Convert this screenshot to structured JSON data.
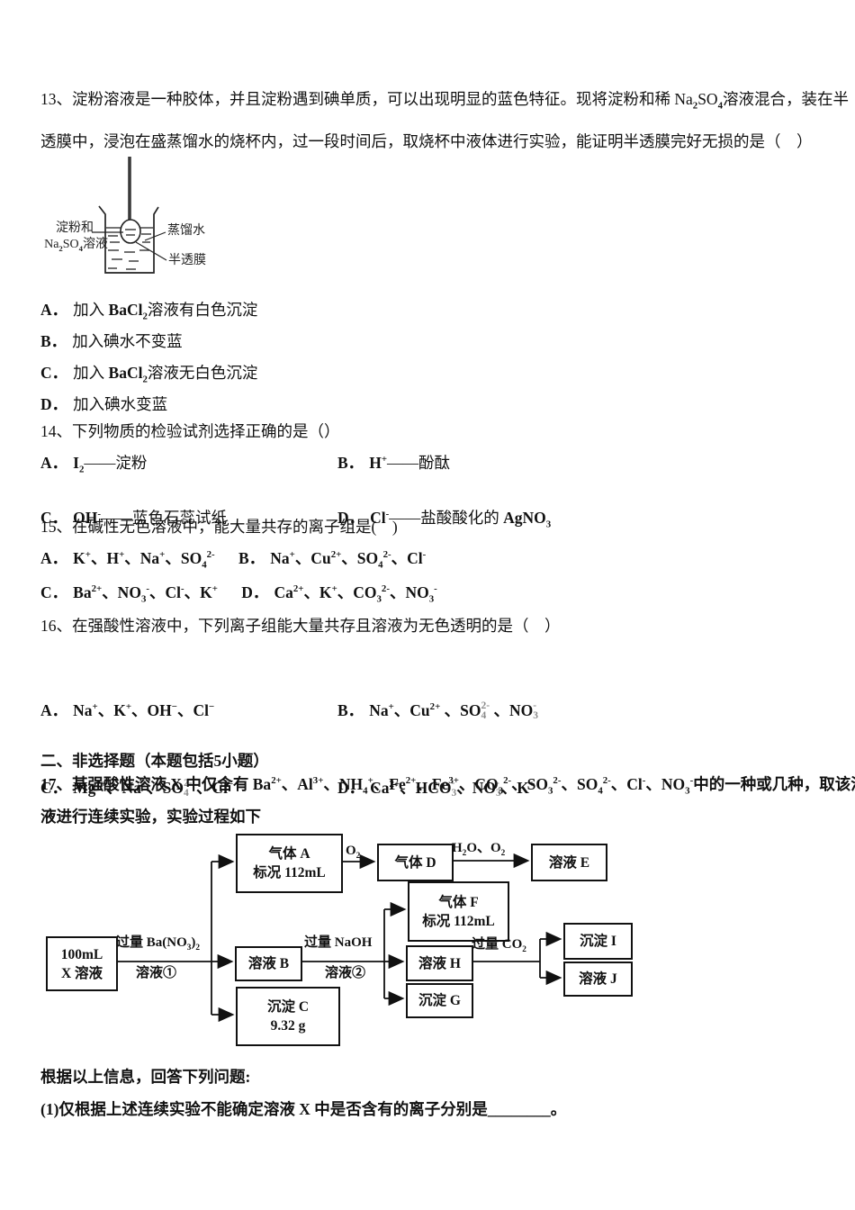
{
  "q13": {
    "stem_lines": [
      "13、淀粉溶液是一种胶体，并且淀粉遇到碘单质，可以出现明显的蓝色特征。现将淀粉和稀 Na~2~SO~4~溶液混合，装在半",
      "透膜中，浸泡在盛蒸馏水的烧杯内，过一段时间后，取烧杯中液体进行实验，能证明半透膜完好无损的是（　）"
    ],
    "diagram": {
      "label_bag_line1": "淀粉和",
      "label_bag_line2": "Na~2~SO~4~溶液",
      "label_water": "蒸馏水",
      "label_membrane": "半透膜"
    },
    "options": [
      {
        "key": "A．",
        "text": "加入 *BaCl~2~*溶液有白色沉淀"
      },
      {
        "key": "B．",
        "text": "加入碘水不变蓝"
      },
      {
        "key": "C．",
        "text": "加入 *BaCl~2~*溶液无白色沉淀"
      },
      {
        "key": "D．",
        "text": "加入碘水变蓝"
      }
    ]
  },
  "q14": {
    "stem": "14、下列物质的检验试剂选择正确的是（）",
    "options": [
      {
        "key": "A．",
        "text": "*I~2~*——淀粉"
      },
      {
        "key": "B．",
        "text": "*H^+^*——酚酞"
      },
      {
        "key": "C．",
        "text": "*OH^-^*——蓝色石蕊试纸"
      },
      {
        "key": "D．",
        "text": "*Cl^-^*——盐酸酸化的 *AgNO~3~*"
      }
    ]
  },
  "q15": {
    "stem": "15、在碱性无色溶液中，能大量共存的离子组是(　)",
    "options": [
      {
        "key": "A．",
        "text": "K^+^、H^+^、Na^+^、SO~4~^2-^"
      },
      {
        "key": "B．",
        "text": "Na^+^、Cu^2+^、SO~4~^2-^、Cl^-^"
      },
      {
        "key": "C．",
        "text": "Ba^2+^、NO~3~^-^、Cl^-^、K^+^"
      },
      {
        "key": "D．",
        "text": "Ca^2+^、K^+^、CO~3~^2-^、NO~3~^-^"
      }
    ]
  },
  "q16": {
    "stem": "16、在强酸性溶液中，下列离子组能大量共存且溶液为无色透明的是（　）",
    "options": [
      {
        "key": "A．",
        "text": "Na^+^、K^+^、OH^−^、Cl^−^"
      },
      {
        "key": "B．",
        "text": "Na^+^、Cu^2+^ 、SO§2-/4§ 、NO§-/3§"
      },
      {
        "key": "C．",
        "text": "Mg^2+^、Na^+^、SO§2-/4§ 、Cl^−^"
      },
      {
        "key": "D．",
        "text": "Ca^2+^、HCO§-/3§、NO§-/3§、K^+^"
      }
    ]
  },
  "section2": {
    "title": "二、非选择题（本题包括5小题）"
  },
  "q17": {
    "stem_lines": [
      "17、某强酸性溶液 X 中仅含有 Ba^2+^、Al^3+^、NH~4~^+^、Fe^2+^、Fe^3+^、CO~3~^2-^、SO~3~^2-^、SO~4~^2-^、Cl^-^、NO~3~^-^中的一种或几种，取该溶",
      "液进行连续实验，实验过程如下"
    ],
    "flowchart": {
      "boxes": {
        "xsol": {
          "line1": "100mL",
          "line2": "X 溶液"
        },
        "gasA": {
          "line1": "气体 A",
          "line2": "标况 112mL"
        },
        "gasD": {
          "line1": "气体 D"
        },
        "solE": {
          "line1": "溶液 E"
        },
        "gasF": {
          "line1": "气体 F",
          "line2": "标况 112mL"
        },
        "solB": {
          "line1": "溶液 B"
        },
        "solH": {
          "line1": "溶液 H"
        },
        "pptG": {
          "line1": "沉淀 G"
        },
        "pptI": {
          "line1": "沉淀 I"
        },
        "solJ": {
          "line1": "溶液 J"
        },
        "pptC": {
          "line1": "沉淀 C",
          "line2": "9.32 g"
        }
      },
      "labels": {
        "ba": "过量 Ba(NO~3~)~2~",
        "sol1": "溶液①",
        "o2": "O~2~",
        "h2o": "H~2~O、O~2~",
        "naoh": "过量 NaOH",
        "sol2": "溶液②",
        "co2": "过量 CO~2~"
      }
    }
  },
  "footer": {
    "info": "根据以上信息，回答下列问题:",
    "q1": "(1)仅根据上述连续实验不能确定溶液 X 中是否含有的离子分别是________。"
  }
}
